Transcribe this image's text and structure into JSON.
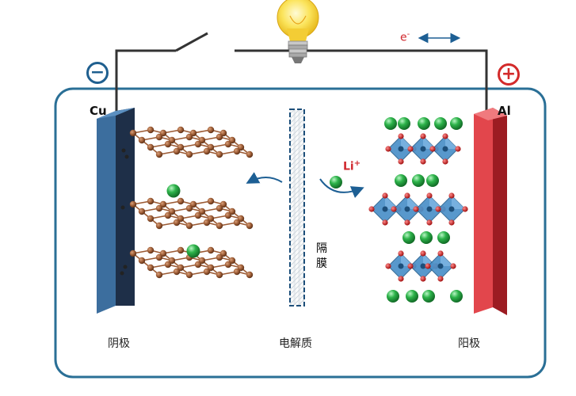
{
  "labels": {
    "anode_metal": "Cu",
    "cathode_metal": "Al",
    "electron": "e",
    "electron_sup": "-",
    "lithium": "Li",
    "lithium_sup": "+",
    "negative_sign": "−",
    "positive_sign": "+",
    "anode_label": "阴极",
    "electrolyte_label": "电解质",
    "cathode_label": "阳极",
    "separator_char_1": "隔",
    "separator_char_2": "膜"
  },
  "colors": {
    "battery_border": "#2a6f96",
    "wire": "#333333",
    "anode_plate": "#2b4e77",
    "cathode_plate": "#d6333b",
    "graphite_atom": "#9b5a33",
    "lithium_ion": "#2db34a",
    "octahedron": "#4a90c8",
    "oxygen": "#c81f1f",
    "arrow": "#1d5f94",
    "bulb": "#f7d431"
  },
  "icons": {
    "bulb": "light-bulb-icon",
    "switch": "switch-icon",
    "negative_terminal": "minus-circle-icon",
    "positive_terminal": "plus-circle-icon"
  }
}
